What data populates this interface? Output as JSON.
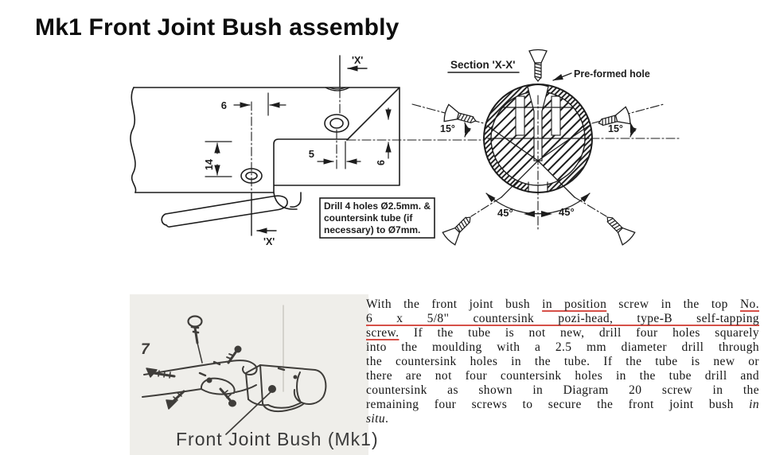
{
  "title": "Mk1 Front Joint Bush assembly",
  "colors": {
    "underline_red": "#d65048",
    "ink": "#1d1d1d",
    "sketch_paper": "#efeeea"
  },
  "drawing": {
    "section_label": "Section 'X-X'",
    "preformed_hole_label": "Pre-formed hole",
    "section_marker_top": "'X'",
    "section_marker_bottom": "'X'",
    "note_box": {
      "line1": "Drill 4 holes Ø2.5mm. &",
      "line2": "countersink tube  (if",
      "line3": "necessary) to Ø7mm."
    },
    "dims": {
      "top_width": "6",
      "hole_spacing": "5",
      "vertical_offset": "14",
      "right_offset": "6"
    },
    "angles": {
      "left_15": "15°",
      "right_15": "15°",
      "left_45": "45°",
      "right_45": "45°"
    }
  },
  "sketch": {
    "caption": "Front Joint Bush (Mk1)",
    "stray_numeral": "7"
  },
  "instructions": {
    "lines": [
      {
        "segs": [
          {
            "t": "With the front joint bush "
          },
          {
            "t": "in position"
          },
          {
            "t": " screw in the top "
          },
          {
            "t": "No."
          }
        ]
      },
      {
        "segs": [
          {
            "t": "6 x 5/8\" countersink pozi-head, type-B self-tapping"
          }
        ]
      },
      {
        "segs": [
          {
            "t": "screw."
          },
          {
            "t": " If the tube is not new, drill four holes squarely"
          }
        ]
      },
      {
        "segs": [
          {
            "t": "into the moulding with a 2.5 mm diameter drill through"
          }
        ]
      },
      {
        "segs": [
          {
            "t": "the countersink holes in the tube. If the tube is new or"
          }
        ]
      },
      {
        "segs": [
          {
            "t": "there are not four countersink holes in the tube drill and"
          }
        ]
      },
      {
        "segs": [
          {
            "t": "countersink as shown in Diagram 20 screw in the"
          }
        ]
      },
      {
        "segs": [
          {
            "t": "remaining four screws to secure the front joint bush "
          },
          {
            "t": "in"
          }
        ]
      },
      {
        "segs": [
          {
            "t": "situ"
          },
          {
            "t": "."
          }
        ]
      }
    ]
  }
}
